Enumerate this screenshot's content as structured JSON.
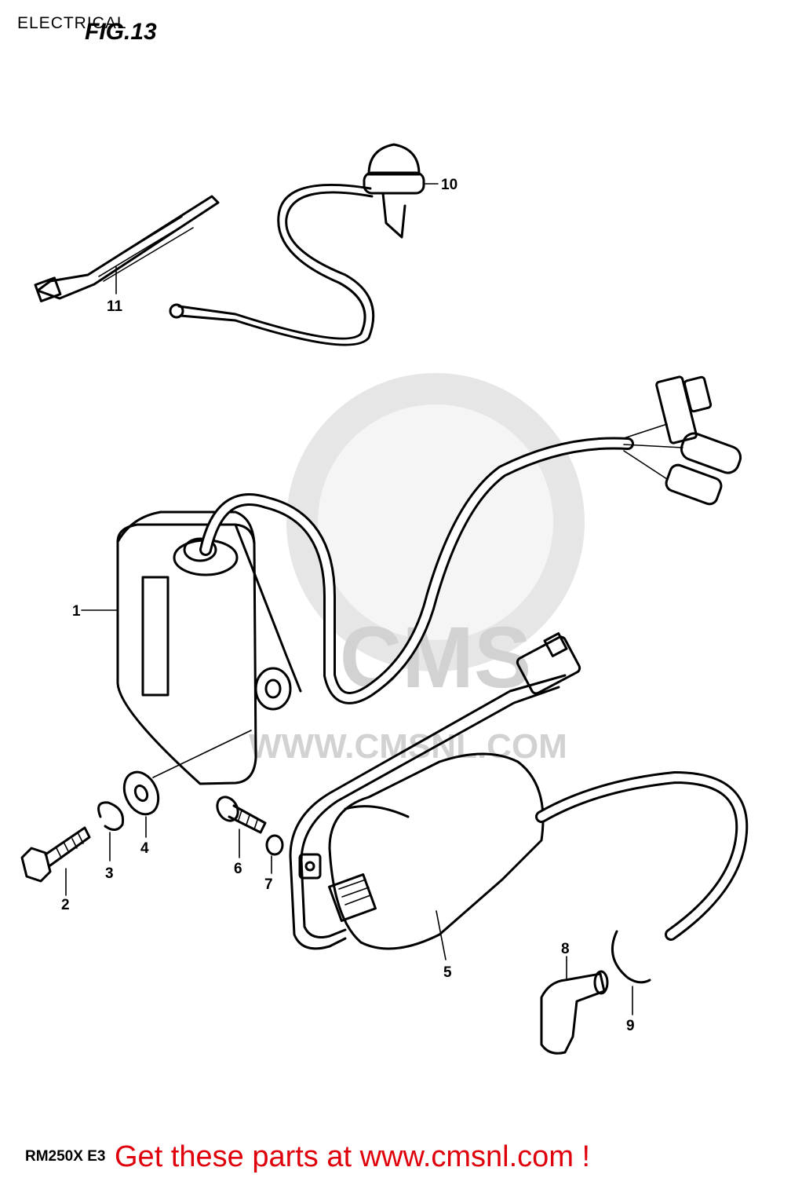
{
  "header": {
    "section_title": "ELECTRICAL",
    "figure_label": "FIG.13"
  },
  "footer": {
    "model_code": "RM250X E3",
    "call_to_action": "Get these parts at www.cmsnl.com !"
  },
  "watermark": {
    "text": "WWW.CMSNL.COM",
    "logo_text": "CMS"
  },
  "callouts": {
    "n1": "1",
    "n2": "2",
    "n3": "3",
    "n4": "4",
    "n5": "5",
    "n6": "6",
    "n7": "7",
    "n8": "8",
    "n9": "9",
    "n10": "10",
    "n11": "11"
  },
  "colors": {
    "call_to_action": "#e0000c",
    "watermark": "#d2d2d2",
    "line": "#000000"
  }
}
